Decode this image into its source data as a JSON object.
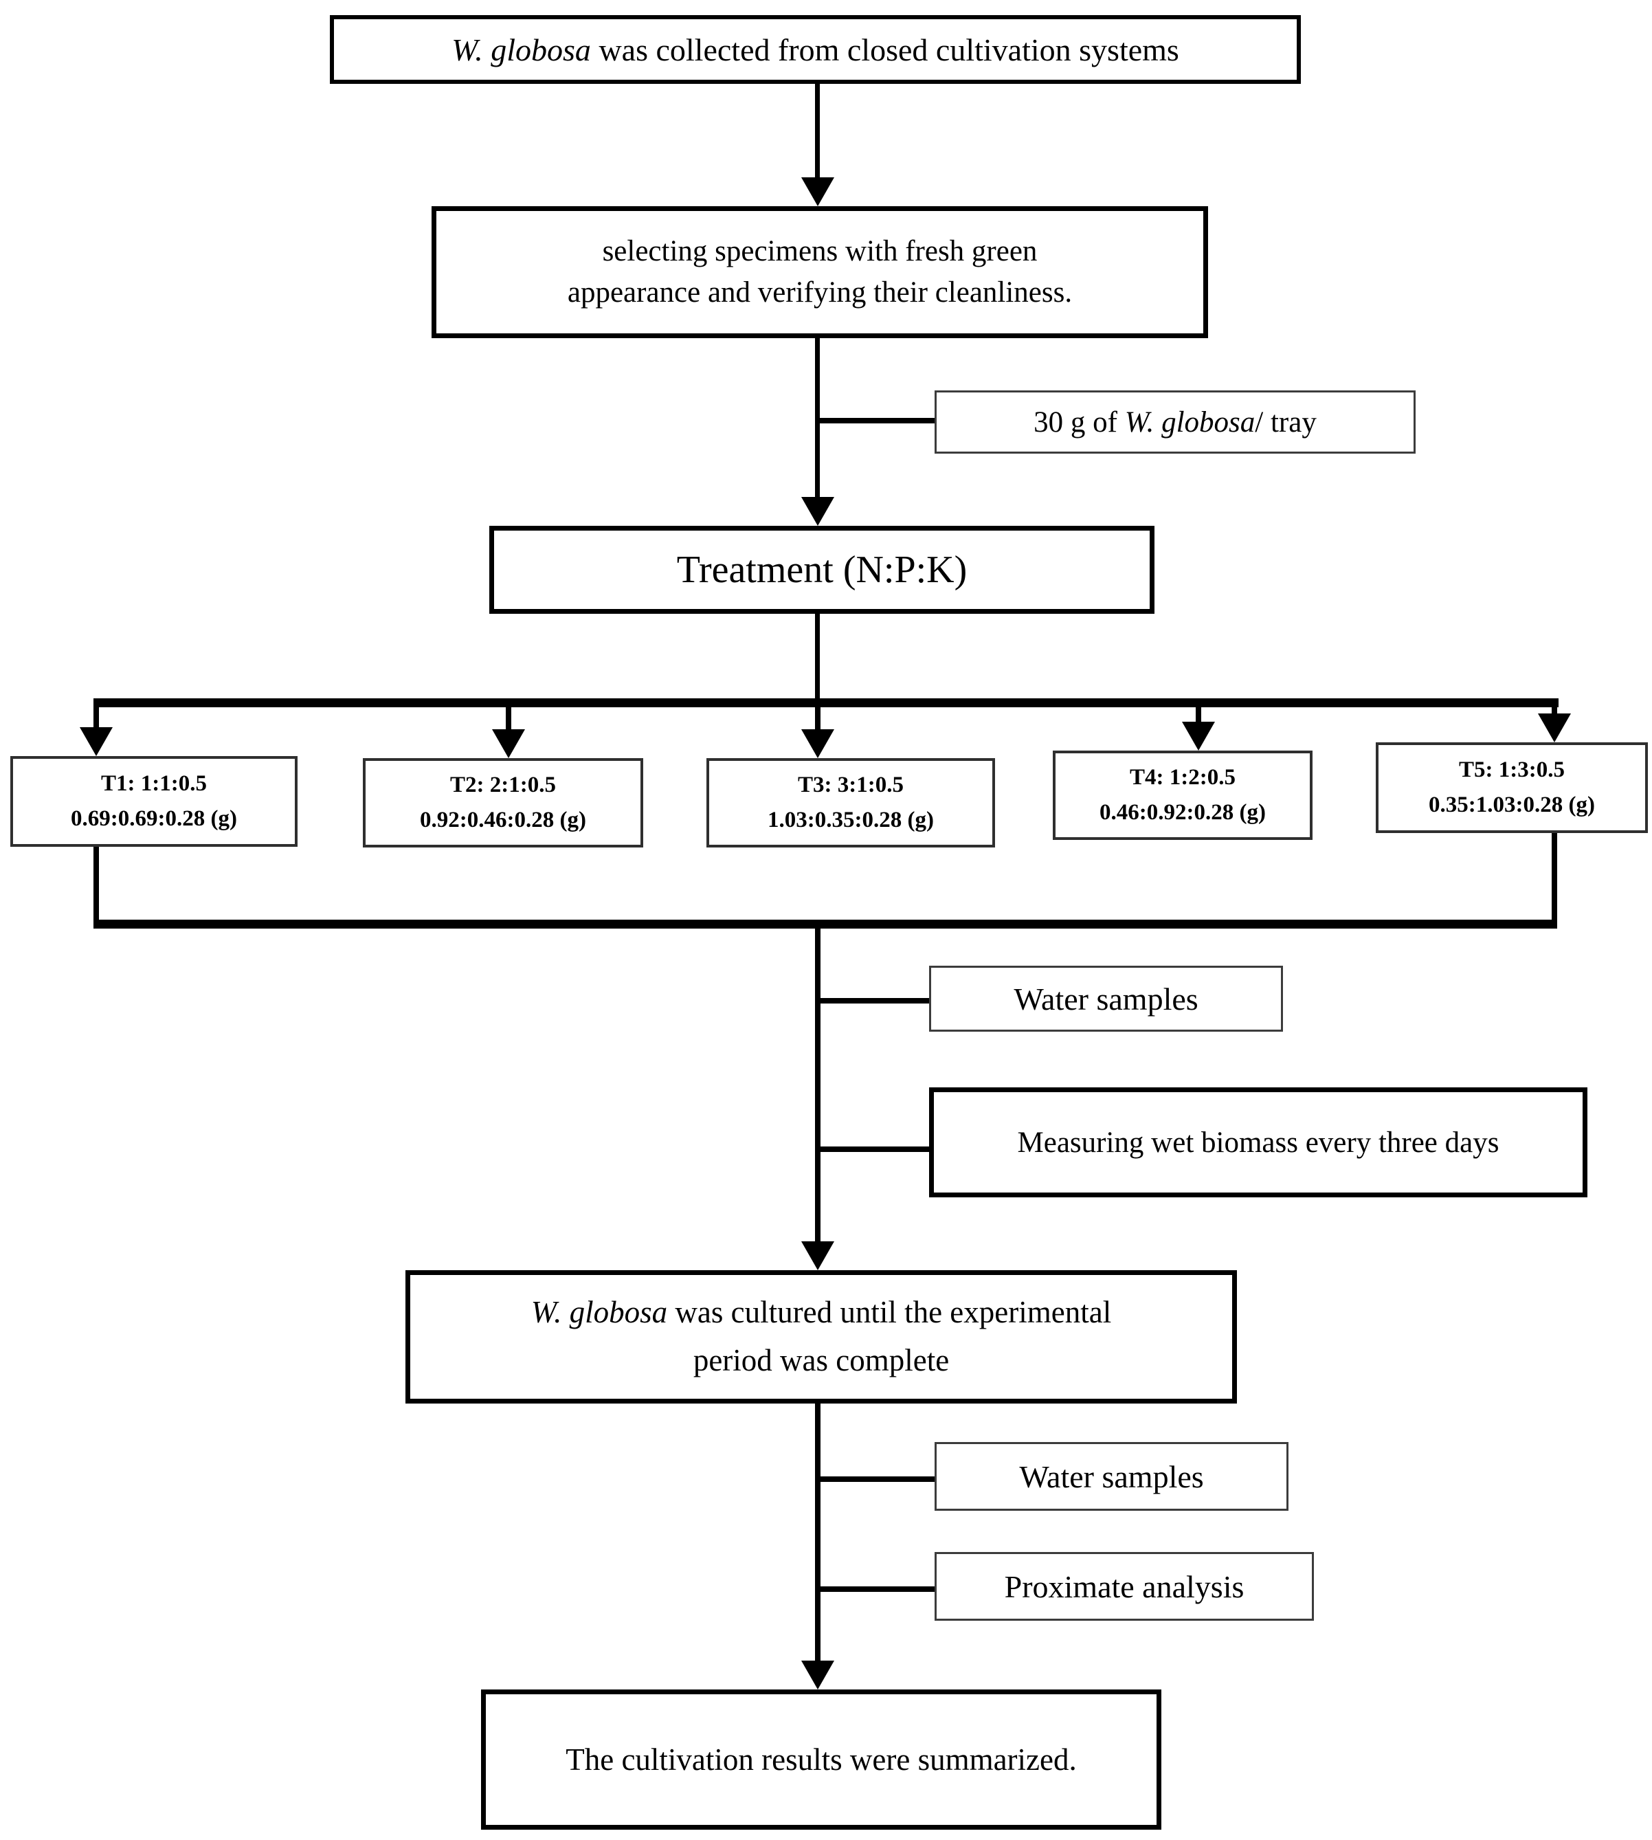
{
  "figure": {
    "type": "flowchart",
    "background_color": "#ffffff",
    "line_color": "#000000",
    "text_color": "#000000"
  },
  "nodes": {
    "collected": {
      "italic": "W. globosa",
      "rest": " was collected from closed cultivation systems"
    },
    "selecting": {
      "line1": "selecting specimens with fresh green",
      "line2": "appearance and verifying their cleanliness."
    },
    "tray": {
      "prefix": "30 g of ",
      "italic": "W. globosa",
      "suffix": "/ tray"
    },
    "treatment": {
      "label": "Treatment (N:P:K)"
    },
    "t1": {
      "line1": "T1: 1:1:0.5",
      "line2": "0.69:0.69:0.28 (g)"
    },
    "t2": {
      "line1": "T2: 2:1:0.5",
      "line2": "0.92:0.46:0.28 (g)"
    },
    "t3": {
      "line1": "T3: 3:1:0.5",
      "line2": "1.03:0.35:0.28 (g)"
    },
    "t4": {
      "line1": "T4: 1:2:0.5",
      "line2": "0.46:0.92:0.28 (g)"
    },
    "t5": {
      "line1": "T5: 1:3:0.5",
      "line2": "0.35:1.03:0.28 (g)"
    },
    "water_samples_1": {
      "label": "Water samples"
    },
    "biomass": {
      "label": "Measuring wet biomass every three days"
    },
    "cultured": {
      "italic": "W. globosa",
      "line1rest": "  was cultured until the experimental",
      "line2": "period was complete"
    },
    "water_samples_2": {
      "label": "Water samples"
    },
    "proximate": {
      "label": "Proximate analysis"
    },
    "summary": {
      "label": "The cultivation results were summarized."
    }
  }
}
